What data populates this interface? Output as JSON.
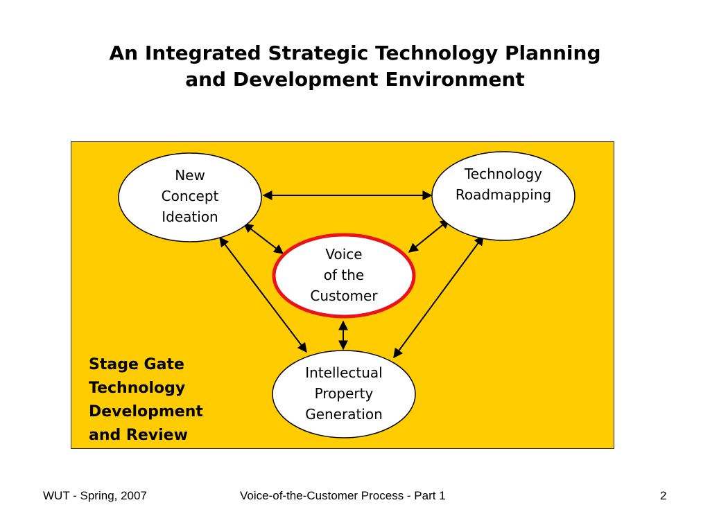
{
  "title": {
    "line1": "An Integrated Strategic Technology Planning",
    "line2": "and Development Environment"
  },
  "colors": {
    "panel_fill": "#FFCC00",
    "node_fill": "#FFFFFF",
    "node_stroke": "#000000",
    "center_stroke": "#E8141A",
    "arrow": "#000000"
  },
  "nodes": {
    "new_concept": {
      "line1": "New",
      "line2": "Concept",
      "line3": "Ideation"
    },
    "tech_roadmap": {
      "line1": "Technology",
      "line2": "Roadmapping"
    },
    "voc": {
      "line1": "Voice",
      "line2": "of the",
      "line3": "Customer"
    },
    "ip": {
      "line1": "Intellectual",
      "line2": "Property",
      "line3": "Generation"
    }
  },
  "stage_gate": {
    "line1": "Stage Gate",
    "line2": "Technology",
    "line3": "Development",
    "line4": "and Review"
  },
  "footer": {
    "left": "WUT - Spring, 2007",
    "center": "Voice-of-the-Customer Process - Part 1",
    "page": "2"
  }
}
